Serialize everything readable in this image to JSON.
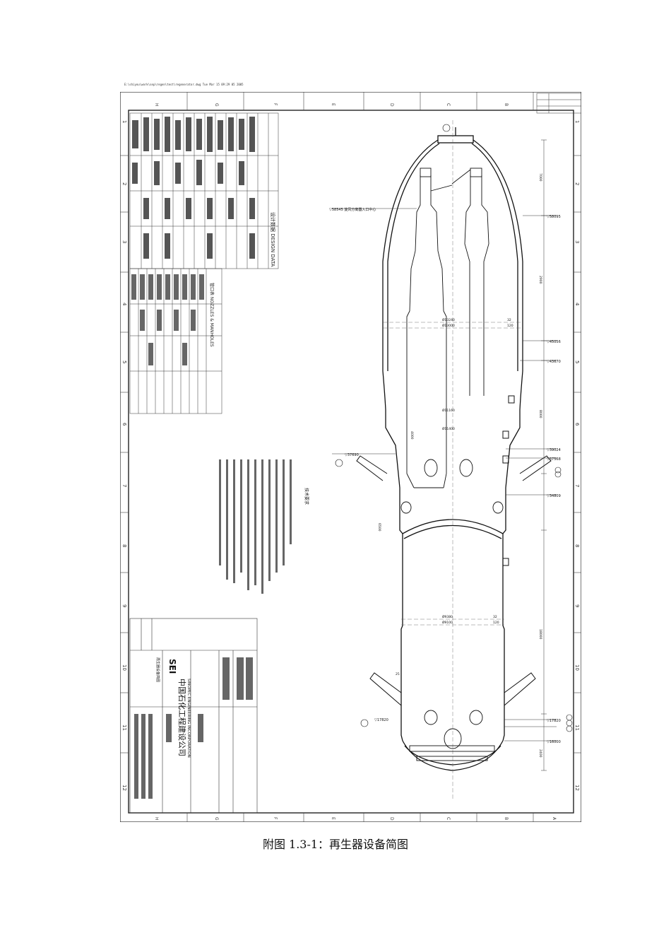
{
  "header_path": "E:\\shiyou\\work\\sep\\regen\\test\\regenerator.dwg  Tue Mar 15 09:29 05 2005",
  "caption": "附图 1.3-1：再生器设备简图",
  "border": {
    "column_letters": [
      "A",
      "B",
      "C",
      "D",
      "E",
      "F",
      "G",
      "H"
    ],
    "row_numbers": [
      "1",
      "2",
      "3",
      "4",
      "5",
      "6",
      "7",
      "8",
      "9",
      "10",
      "11",
      "12"
    ]
  },
  "title_block": {
    "company_cn": "中国石化工程建设公司",
    "company_en": "SINOPEC ENGINEERING INCORPORATION",
    "logo": "SEI",
    "drawing_title": "再生器设备简图"
  },
  "design_data": {
    "title": "设计数据 DESIGN DATA"
  },
  "nozzle_table": {
    "title": "管口表 NOZZLES & MANHOLES"
  },
  "tech_requirements": {
    "title": "技术要求"
  },
  "elevations": [
    "▽58545 旋风分离器入口中心",
    "▽58095",
    "▽45056",
    "▽43670",
    "▽39024",
    "▽37568",
    "▽37690",
    "▽34809",
    "▽17820",
    "▽17820",
    "▽16000"
  ],
  "diameters": [
    "Ø13240",
    "Ø13000",
    "Ø11160",
    "Ø11400",
    "Ø9380",
    "Ø9100"
  ],
  "dimensions": [
    "7000",
    "32",
    "120",
    "2900",
    "8000",
    "32",
    "120",
    "18000",
    "2400",
    "6500",
    "4000",
    "25"
  ],
  "colors": {
    "line": "#222222",
    "paper": "#ffffff"
  }
}
